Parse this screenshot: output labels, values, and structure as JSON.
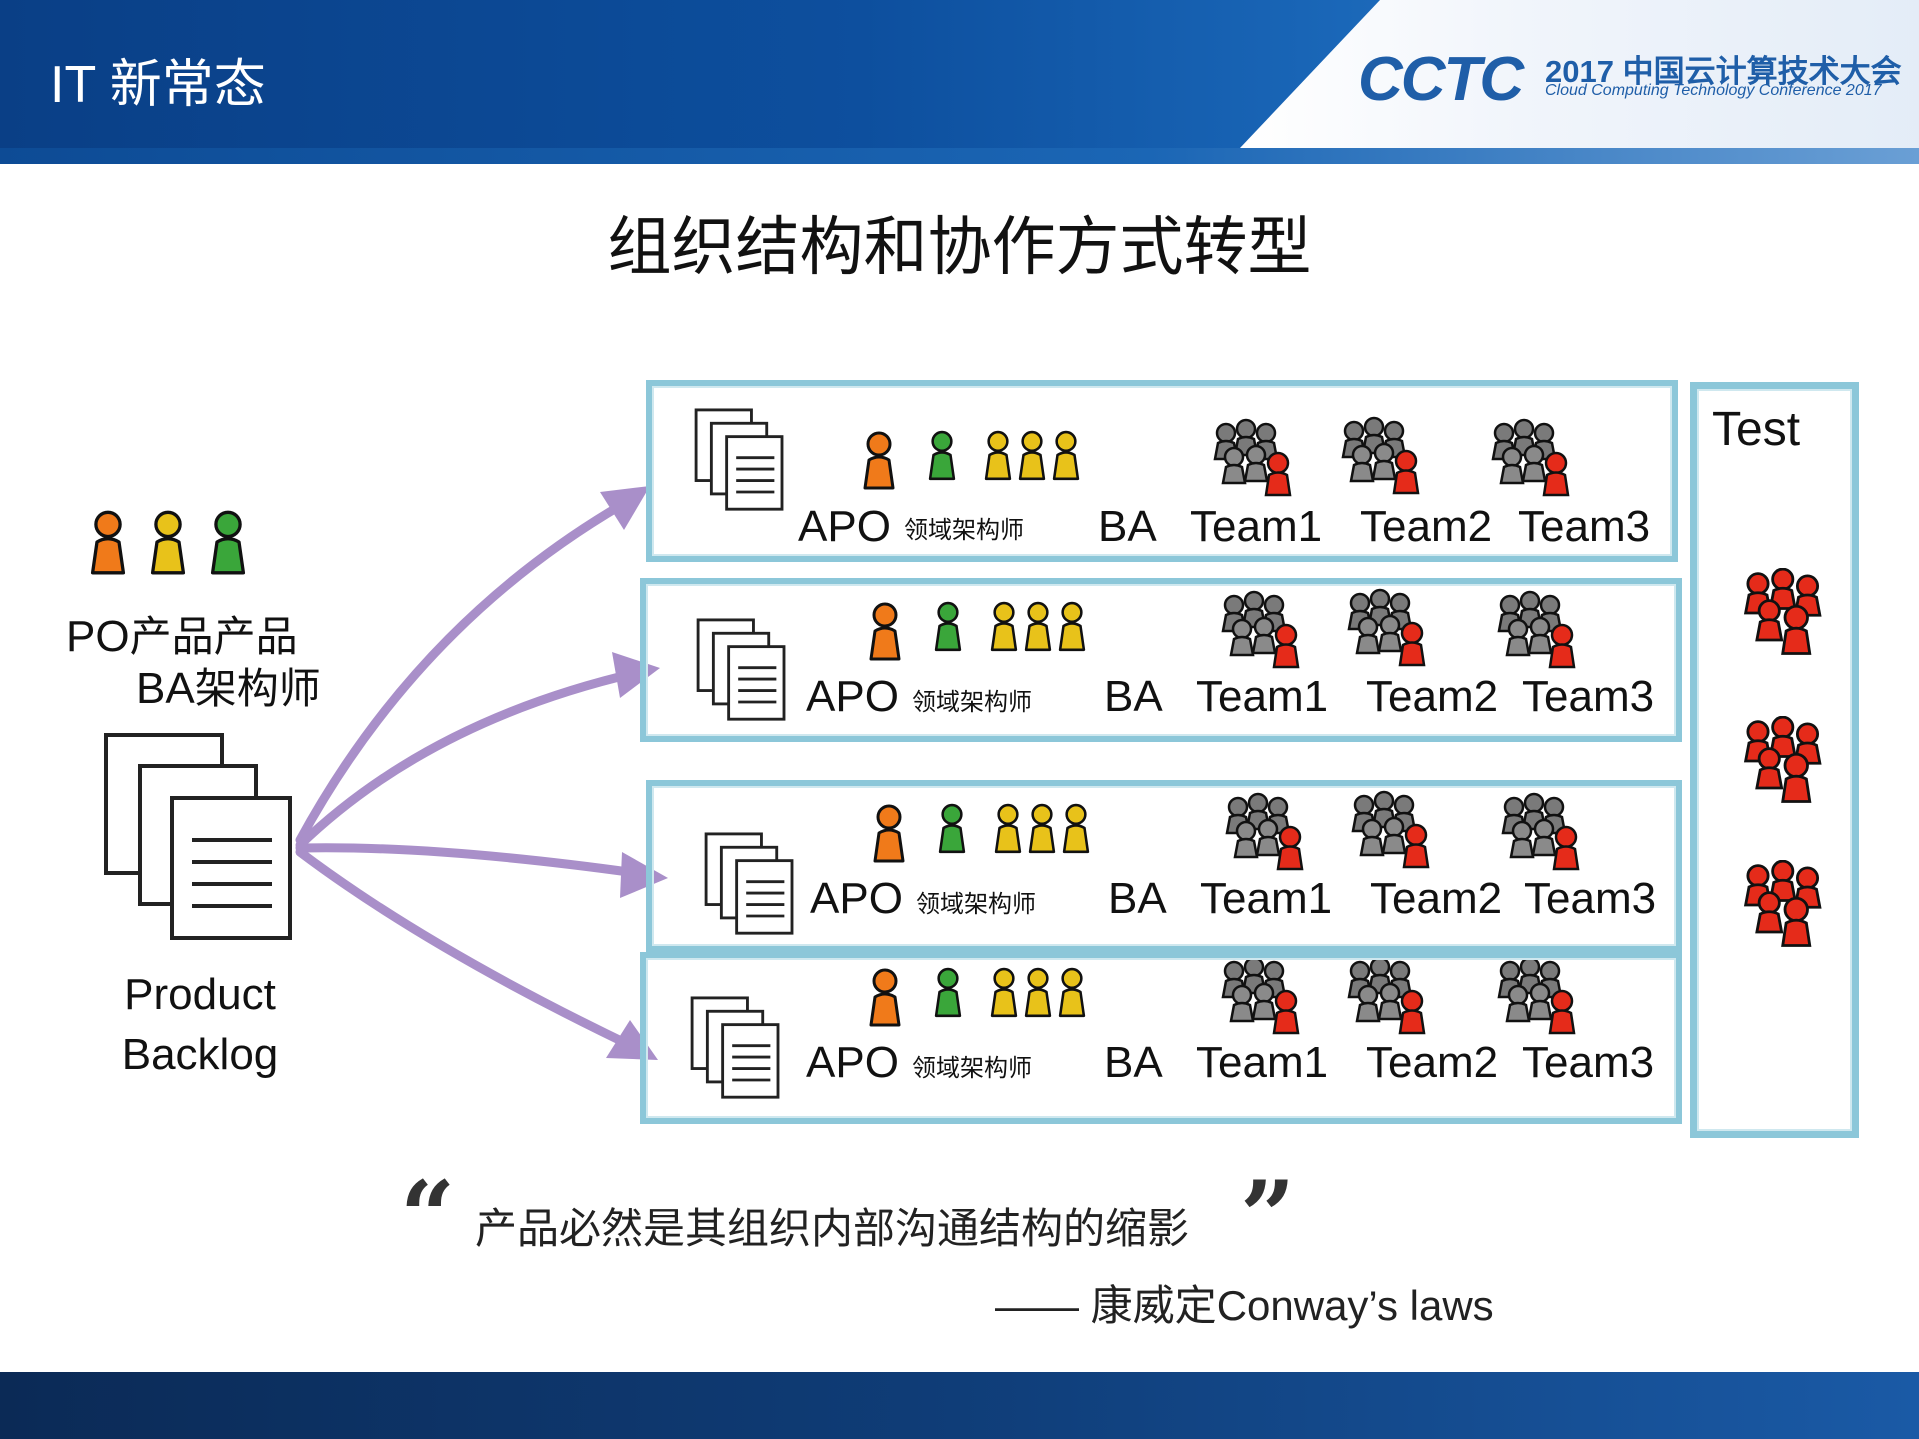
{
  "header": {
    "slide_tag": "IT 新常态",
    "logo_mark": "CCTC",
    "conference_name": "2017 中国云计算技术大会",
    "conference_subtitle": "Cloud Computing Technology Conference 2017"
  },
  "title": "组织结构和协作方式转型",
  "left_group": {
    "po_label": "PO",
    "po_cn": "产品产品",
    "ba_label": "BA",
    "ba_cn": "架构师",
    "backlog_line1": "Product",
    "backlog_line2": "Backlog"
  },
  "rows": [
    {
      "apo": "APO",
      "domain_architect": "领域架构师",
      "ba": "BA",
      "team1": "Team1",
      "team2": "Team2",
      "team3": "Team3"
    },
    {
      "apo": "APO",
      "domain_architect": "领域架构师",
      "ba": "BA",
      "team1": "Team1",
      "team2": "Team2",
      "team3": "Team3"
    },
    {
      "apo": "APO",
      "domain_architect": "领域架构师",
      "ba": "BA",
      "team1": "Team1",
      "team2": "Team2",
      "team3": "Team3"
    },
    {
      "apo": "APO",
      "domain_architect": "领域架构师",
      "ba": "BA",
      "team1": "Team1",
      "team2": "Team2",
      "team3": "Team3"
    }
  ],
  "test_label": "Test",
  "quote": {
    "open_mark": "“",
    "text": "产品必然是其组织内部沟通结构的缩影",
    "close_mark": "”",
    "dash": "——",
    "author_cn": "康威定",
    "author_en": "Conway’s laws"
  },
  "colors": {
    "header_blue": "#0d4f9e",
    "frame": "#8cc7d9",
    "arrow": "#a98fc9",
    "po_orange": "#f07a1a",
    "ba_yellow": "#e8c21a",
    "green": "#3aa63a",
    "team_gray": "#777777",
    "red": "#e52b1a"
  }
}
